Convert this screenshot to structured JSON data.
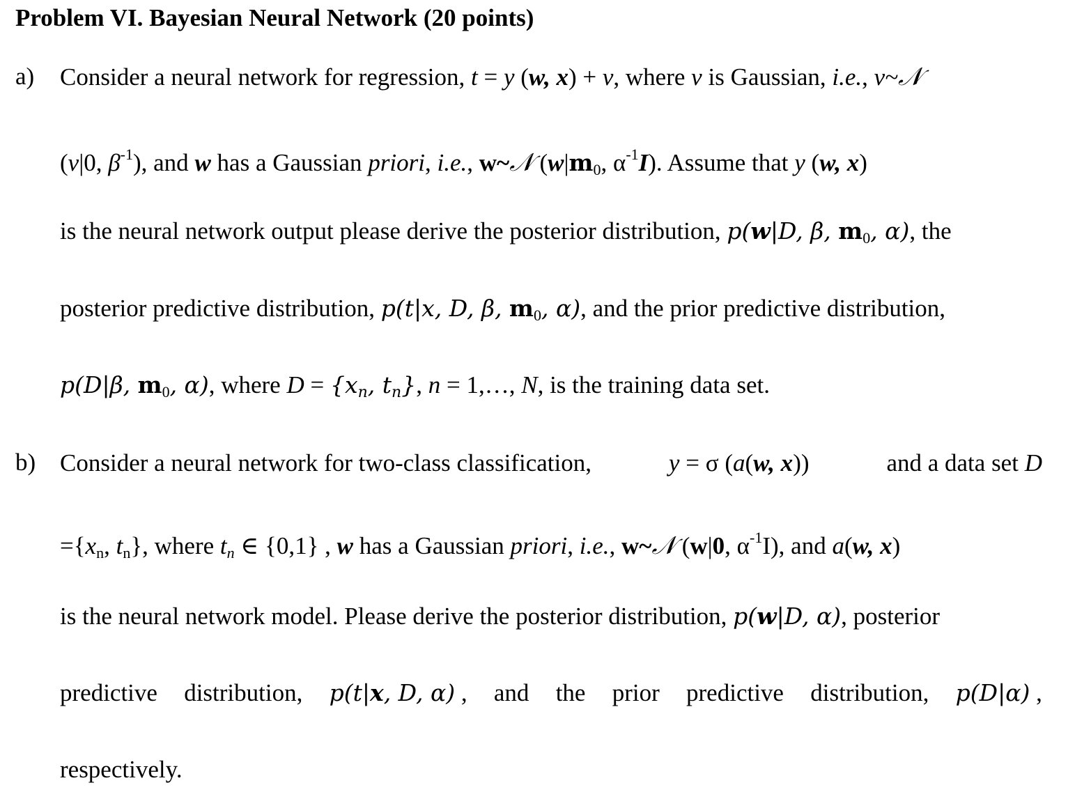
{
  "title": "Problem VI. Bayesian Neural Network (20 points)",
  "part_a": {
    "marker": "a)",
    "line1": {
      "t1": "Consider a neural network for regression,",
      "t2": "t",
      "t3": " = ",
      "t4": "y",
      "t5": " (",
      "t6": "w, x",
      "t7": ") + ",
      "t8": "v",
      "t9": ", where ",
      "t10": "v",
      "t11": " is Gaussian, ",
      "t12": "i.e.",
      "t13": ", ",
      "t14": "v~",
      "t15": "𝒩"
    },
    "line2": {
      "t1": "(",
      "t2": "v",
      "t3": "|0, ",
      "t4": "β",
      "t5": "-1",
      "t6": "), and ",
      "t7": "w",
      "t8": " has a Gaussian ",
      "t9": "priori",
      "t10": ", ",
      "t11": "i.e.",
      "t12": ", ",
      "t13": "w~",
      "t14": "𝒩",
      "t15": " (",
      "t16": "w",
      "t17": "|",
      "t18": "m",
      "t19": "0",
      "t20": ", α",
      "t21": "-1",
      "t22": "I",
      "t23": "). Assume that ",
      "t24": "y",
      "t25": " (",
      "t26": "w, x",
      "t27": ")"
    },
    "line3": {
      "t1": "is the neural network output please derive the posterior distribution,",
      "t2": "p(",
      "t3": "w",
      "t4": "|D, β, ",
      "t5": "m",
      "t6": "0",
      "t7": ", α)",
      "t8": ", the"
    },
    "line4": {
      "t1": "posterior predictive distribution,",
      "t2": "p(t|x, D, β, ",
      "t3": "m",
      "t4": "0",
      "t5": ", α)",
      "t6": ", and the prior predictive distribution,"
    },
    "line5": {
      "t1": "p(D|β, ",
      "t2": "m",
      "t3": "0",
      "t4": ", α)",
      "t5": ", where ",
      "t6": "D",
      "t7": " = ",
      "t8": "{x",
      "t9": "n",
      "t10": ", t",
      "t11": "n",
      "t12": "}",
      "t13": ", ",
      "t14": "n",
      "t15": " = 1,…, ",
      "t16": "N",
      "t17": ", is the training data set."
    }
  },
  "part_b": {
    "marker": "b)",
    "line1": {
      "t1": "Consider a neural network for two-class classification,",
      "t2": "y",
      "t3": " = σ (",
      "t4": "a",
      "t5": "(",
      "t6": "w, x",
      "t7": "))",
      "t8": "and a data set",
      "t9": "D"
    },
    "line2": {
      "t1": "={",
      "t2": "x",
      "t3": "n",
      "t4": ", ",
      "t5": "t",
      "t6": "n",
      "t7": "}, where ",
      "t8": "t",
      "t9": "n",
      "t10": " ∈ {0,1}",
      "t11": " , ",
      "t12": "w",
      "t13": " has a Gaussian ",
      "t14": "priori",
      "t15": ", ",
      "t16": "i.e.",
      "t17": ", ",
      "t18": "w~",
      "t19": "𝒩",
      "t20": " (",
      "t21": "w",
      "t22": "|",
      "t23": "0",
      "t24": ", α",
      "t25": "-1",
      "t26": "I), and ",
      "t27": "a",
      "t28": "(",
      "t29": "w, x",
      "t30": ")"
    },
    "line3": {
      "t1": "is the neural network model. Please derive the posterior distribution,",
      "t2": "p(",
      "t3": "w",
      "t4": "|D, α)",
      "t5": ", posterior"
    },
    "line4": {
      "w1": "predictive",
      "w2": "distribution,",
      "w3a": "p(t|",
      "w3b": "x",
      "w3c": ", D, α)",
      "w3d": " ,",
      "w4": "and",
      "w5": "the",
      "w6": "prior",
      "w7": "predictive",
      "w8": "distribution,",
      "w9a": "p(D|α)",
      "w9b": " ,"
    },
    "line5": {
      "t1": "respectively."
    }
  }
}
